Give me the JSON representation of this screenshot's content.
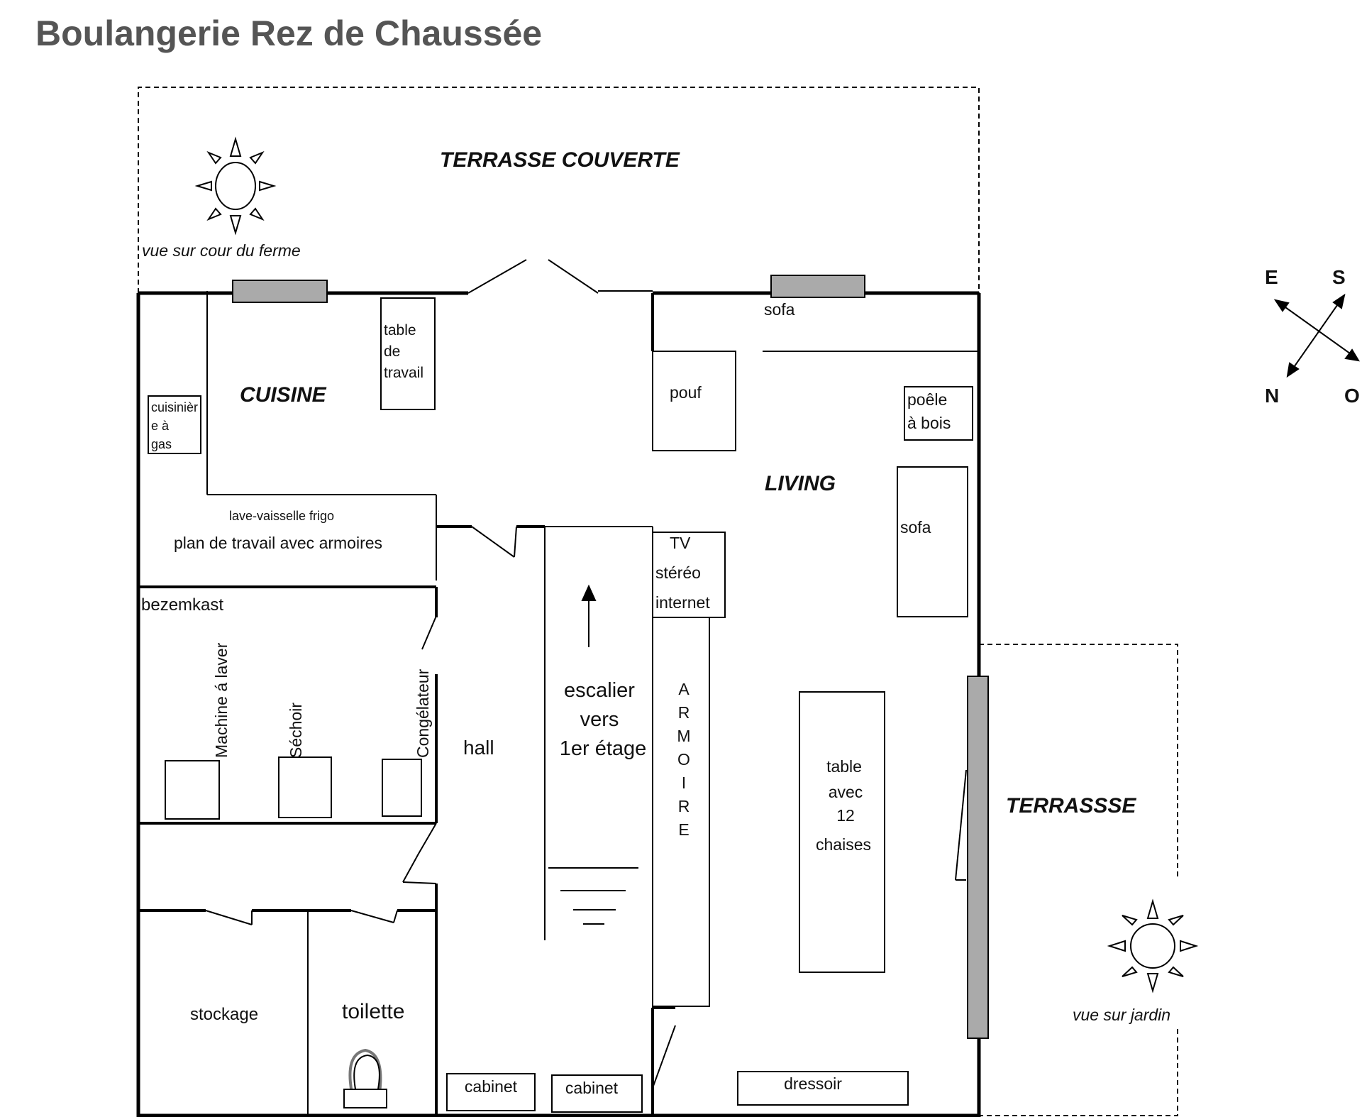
{
  "title": "Boulangerie Rez de Chaussée",
  "areas": {
    "terrasse_couverte": "TERRASSE COUVERTE",
    "cuisine": "CUISINE",
    "living": "LIVING",
    "terrasse": "TERRASSSE",
    "hall": "hall",
    "stockage": "stockage",
    "toilette": "toilette",
    "bezemkast": "bezemkast"
  },
  "views": {
    "cour": "vue sur cour du ferme",
    "jardin": "vue sur jardin"
  },
  "furniture": {
    "table_travail": [
      "table",
      "de",
      "travail"
    ],
    "cuisiniere": [
      "cuisinièr",
      "e à",
      "gas"
    ],
    "lave_frigo": "lave-vaisselle frigo",
    "plan_travail": "plan de travail avec armoires",
    "machine": "Machine á laver",
    "sechoir": "Séchoir",
    "congelateur": "Congélateur",
    "escalier": [
      "escalier",
      "vers",
      "1er étage"
    ],
    "armoire": [
      "A",
      "R",
      "M",
      "O",
      "I",
      "R",
      "E"
    ],
    "tv": [
      "TV",
      "stéréo",
      "internet"
    ],
    "pouf": "pouf",
    "sofa_top": "sofa",
    "poele": [
      "poêle",
      "à bois"
    ],
    "sofa_right": "sofa",
    "table_chaises": [
      "table",
      "avec",
      "12",
      "chaises"
    ],
    "cabinet1": "cabinet",
    "cabinet2": "cabinet",
    "dressoir": "dressoir"
  },
  "compass": {
    "e": "E",
    "s": "S",
    "n": "N",
    "o": "O"
  },
  "colors": {
    "window": "#aaaaaa",
    "wall": "#000000",
    "title": "#555555"
  }
}
